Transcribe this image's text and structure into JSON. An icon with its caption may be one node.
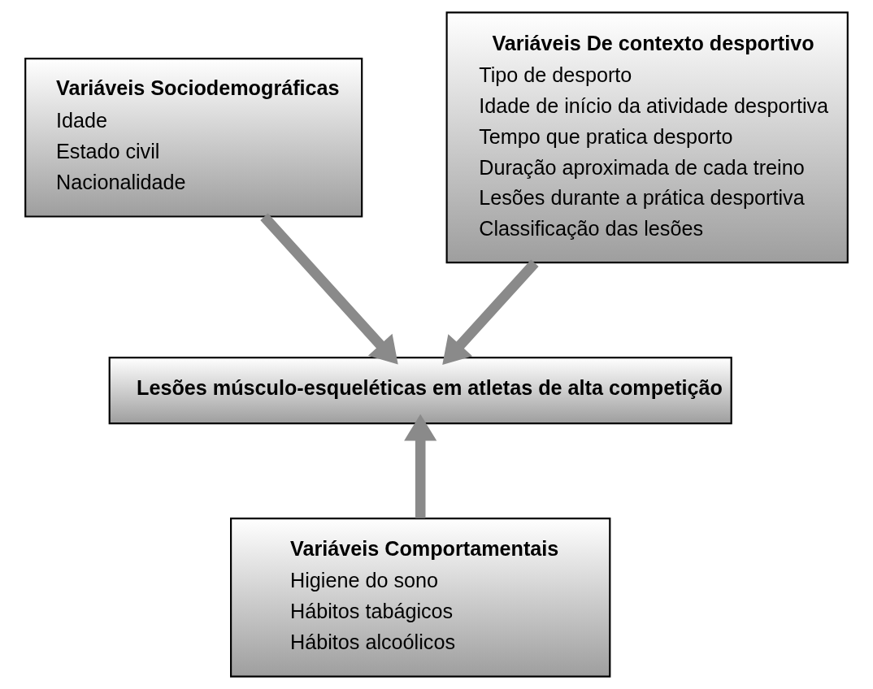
{
  "diagram": {
    "nodes": [
      {
        "text": [
          "Variáveis Sociodemográficas",
          "Idade",
          "Estado civil",
          "Nacionalidade"
        ]
      },
      {
        "text": [
          "Variáveis De contexto desportivo",
          "Tipo de desporto",
          "Idade de início da atividade desportiva",
          "Tempo que pratica desporto",
          "Duração aproximada de cada treino",
          "Lesões durante a prática desportiva",
          "Classificação das lesões"
        ]
      },
      {
        "text": [
          "Lesões músculo-esqueléticas em atletas de alta competição"
        ]
      },
      {
        "text": [
          "Variáveis Comportamentais",
          "Higiene do sono",
          "Hábitos tabágicos",
          "Hábitos alcoólicos"
        ]
      }
    ],
    "edges": [
      {
        "from": 0,
        "to": 2,
        "arrow": "to"
      },
      {
        "from": 1,
        "to": 2,
        "arrow": "to"
      },
      {
        "from": 3,
        "to": 2,
        "arrow": "to"
      }
    ]
  }
}
